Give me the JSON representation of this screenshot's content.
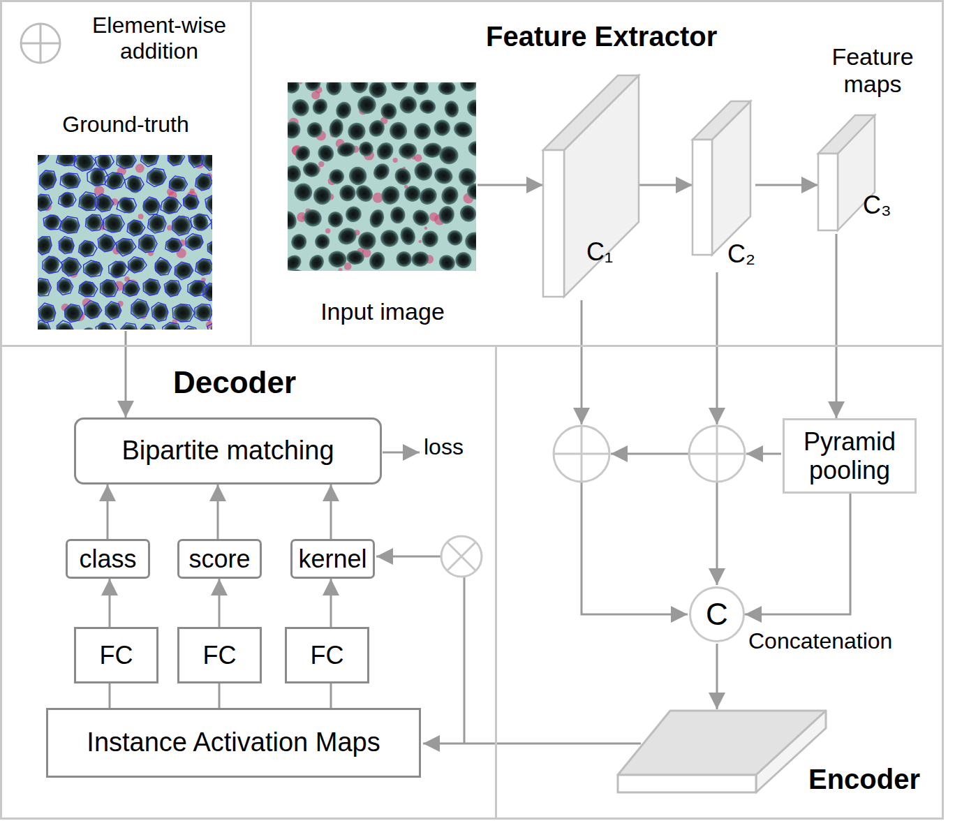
{
  "diagram": {
    "nodes": [
      {
        "text": [
          "Ground-truth"
        ]
      },
      {
        "text": [
          "Feature Extractor"
        ]
      },
      {
        "text": [
          "Input image"
        ],
        "in": 1
      },
      {
        "text": [
          "C₁"
        ],
        "in": 1
      },
      {
        "text": [
          "C₂"
        ],
        "in": 1
      },
      {
        "text": [
          "C₃"
        ],
        "in": 1
      },
      {
        "text": [
          "Decoder"
        ]
      },
      {
        "text": [
          "Bipartite matching"
        ],
        "in": 6
      },
      {
        "text": [
          "class"
        ],
        "in": 6
      },
      {
        "text": [
          "score"
        ],
        "in": 6
      },
      {
        "text": [
          "kernel"
        ],
        "in": 6
      },
      {
        "text": [
          "FC"
        ],
        "in": 6
      },
      {
        "text": [
          "FC"
        ],
        "in": 6
      },
      {
        "text": [
          "FC"
        ],
        "in": 6
      },
      {
        "text": [
          "Instance Activation Maps"
        ],
        "in": 6
      },
      {
        "text": [
          "Encoder"
        ]
      },
      {
        "text": [
          "Pyramid pooling"
        ],
        "in": 15
      },
      {
        "text": [
          "C"
        ],
        "in": 15
      }
    ],
    "edges": [
      {
        "from": 0,
        "to": 7,
        "arrow": "to"
      },
      {
        "from": 2,
        "to": 3,
        "arrow": "to"
      },
      {
        "from": 3,
        "to": 4,
        "arrow": "to"
      },
      {
        "from": 4,
        "to": 5,
        "arrow": "to"
      },
      {
        "from": 5,
        "to": 16,
        "arrow": "to"
      },
      {
        "from": 16,
        "to": 17,
        "arrow": "to"
      },
      {
        "from": 8,
        "to": 7,
        "arrow": "to"
      },
      {
        "from": 9,
        "to": 7,
        "arrow": "to"
      },
      {
        "from": 10,
        "to": 7,
        "arrow": "to"
      },
      {
        "from": 11,
        "to": 8,
        "arrow": "to"
      },
      {
        "from": 12,
        "to": 9,
        "arrow": "to"
      },
      {
        "from": 13,
        "to": 10,
        "arrow": "to"
      },
      {
        "from": 14,
        "to": 11,
        "arrow": "none"
      },
      {
        "from": 14,
        "to": 12,
        "arrow": "none"
      },
      {
        "from": 14,
        "to": 13,
        "arrow": "none"
      }
    ],
    "labels": [
      "Feature maps",
      "loss",
      "Concatenation"
    ],
    "legend": [
      {
        "text": "Element-wise addition"
      }
    ]
  }
}
